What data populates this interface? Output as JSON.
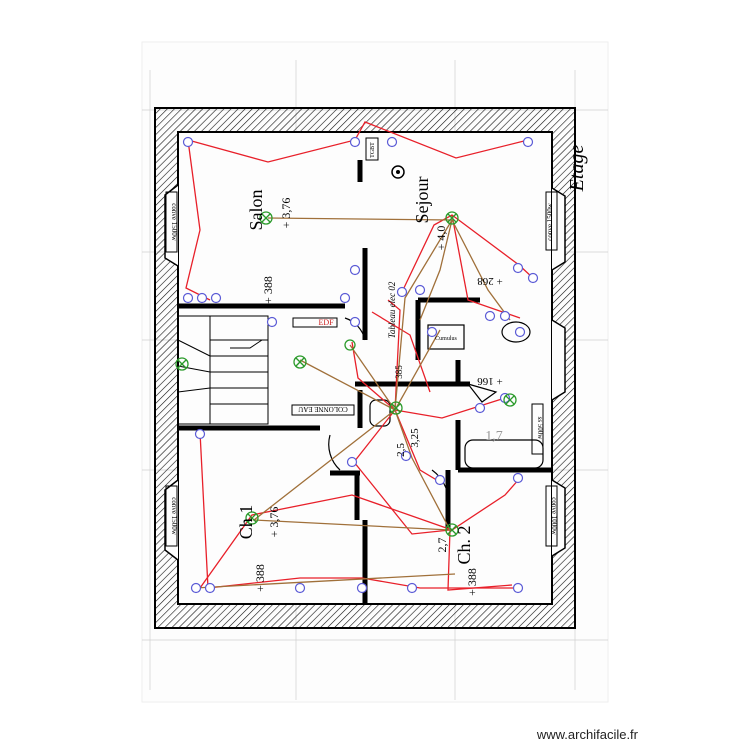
{
  "plan": {
    "floor_title": "Etage",
    "rooms": {
      "salon": {
        "name": "Salon",
        "height": "+ 3,76",
        "floor": "+ 388"
      },
      "sejour": {
        "name": "Sejour",
        "height": "+ 4,0"
      },
      "ch1": {
        "name": "Ch 1",
        "height": "+ 3,76",
        "floor": "+ 388"
      },
      "ch2": {
        "name": "Ch. 2",
        "height": "2,7",
        "floor": "+ 388"
      }
    },
    "labels": {
      "tgbt": "TGBT",
      "edf": "EDF",
      "colonne_eau": "COLONNE EAU",
      "tableau": "Tableau elec 02",
      "cumulus": "Cumulus",
      "tv_left": "+ 268",
      "tv_mid": "+ 166",
      "dim_325": "3,25",
      "dim_25": "2,5",
      "dim_17": "1,7",
      "dim_385": "385"
    },
    "convectors": {
      "salon": "conve 1500w",
      "sejour": "conve 1500w",
      "ch1": "conve 1500w",
      "ch2": "conve 1000w",
      "sdb": "ss 500w"
    }
  },
  "watermark": "www.archifacile.fr",
  "colors": {
    "wall": "#000000",
    "wire_red": "#e8202a",
    "wire_brown": "#a0703a",
    "symbol": "#5b5bd6",
    "socket": "#6b3fb0",
    "light": "#2a9a2a"
  }
}
